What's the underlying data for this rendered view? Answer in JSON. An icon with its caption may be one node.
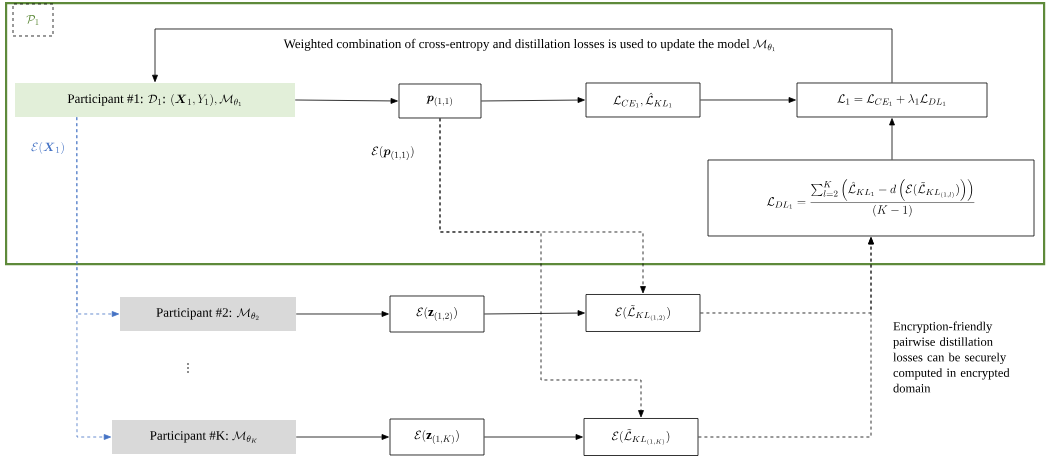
{
  "diagram": {
    "nodes": [
      {
        "text": [
          "\\mathcal{P}_1"
        ]
      },
      {
        "text": [
          "\\text{Participant \\#1: }\\mathcal{D}_1\\text{: }(\\boldsymbol{X}_1,Y_1),\\mathcal{M}_{\\theta_1}"
        ],
        "in": 0
      },
      {
        "text": [
          "\\boldsymbol{p}_{(1,1)}"
        ],
        "in": 0
      },
      {
        "text": [
          "\\mathcal{L}_{CE_1},\\hat{\\mathcal{L}}_{KL_1}"
        ],
        "in": 0
      },
      {
        "text": [
          "\\mathcal{L}_1=\\mathcal{L}_{CE_1}+\\lambda_1\\mathcal{L}_{DL_1}"
        ],
        "in": 0
      },
      {
        "text": [
          "\\mathcal{L}_{DL_1}=\\dfrac{\\sum_{l=2}^{K}\\left(\\hat{\\mathcal{L}}_{KL_1}-d\\left(\\mathcal{E}(\\tilde{\\mathcal{L}}_{KL_{(1,l)}})\\right)\\right)}{(K-1)}"
        ],
        "in": 0
      },
      {
        "text": [
          "\\text{Participant \\#2: }\\mathcal{M}_{\\theta_2}"
        ]
      },
      {
        "text": [
          "\\mathcal{E}(\\mathbf{z}_{(1,2)})"
        ]
      },
      {
        "text": [
          "\\mathcal{E}(\\tilde{\\mathcal{L}}_{KL_{(1,2)}})"
        ]
      },
      {
        "text": [
          "\\text{Participant \\#K: }\\mathcal{M}_{\\theta_K}"
        ]
      },
      {
        "text": [
          "\\mathcal{E}(\\mathbf{z}_{(1,K)})"
        ]
      },
      {
        "text": [
          "\\mathcal{E}(\\tilde{\\mathcal{L}}_{KL_{(1,K)}})"
        ]
      }
    ],
    "edges": [
      {
        "from": 1,
        "to": 2,
        "arrow": "to"
      },
      {
        "from": 2,
        "to": 3,
        "arrow": "to"
      },
      {
        "from": 3,
        "to": 4,
        "arrow": "to"
      },
      {
        "from": 5,
        "to": 4,
        "arrow": "to"
      },
      {
        "from": 4,
        "to": 1,
        "arrow": "to",
        "label": "\\text{Weighted combination of cross-entropy and distillation losses is used to update the model }\\mathcal{M}_{\\theta_1}"
      },
      {
        "from": 2,
        "to": 8,
        "arrow": "to",
        "style": "dashed",
        "label": "\\mathcal{E}(\\boldsymbol{p}_{(1,1)})"
      },
      {
        "from": 2,
        "to": 11,
        "arrow": "to",
        "style": "dashed"
      },
      {
        "from": 1,
        "to": 6,
        "arrow": "to",
        "style": "dashed",
        "color": "#4472c4",
        "label": "\\mathcal{E}(\\boldsymbol{X}_1)"
      },
      {
        "from": 1,
        "to": 9,
        "arrow": "to",
        "style": "dashed",
        "color": "#4472c4"
      },
      {
        "from": 6,
        "to": 7,
        "arrow": "to"
      },
      {
        "from": 7,
        "to": 8,
        "arrow": "to"
      },
      {
        "from": 9,
        "to": 10,
        "arrow": "to"
      },
      {
        "from": 10,
        "to": 11,
        "arrow": "to"
      },
      {
        "from": 8,
        "to": 5,
        "arrow": "to",
        "style": "dashed"
      },
      {
        "from": 11,
        "to": 5,
        "arrow": "to",
        "style": "dashed"
      }
    ],
    "labels": [
      "\\vdots",
      "Encryption-friendly pairwise distillation losses can be securely computed in encrypted domain"
    ]
  }
}
